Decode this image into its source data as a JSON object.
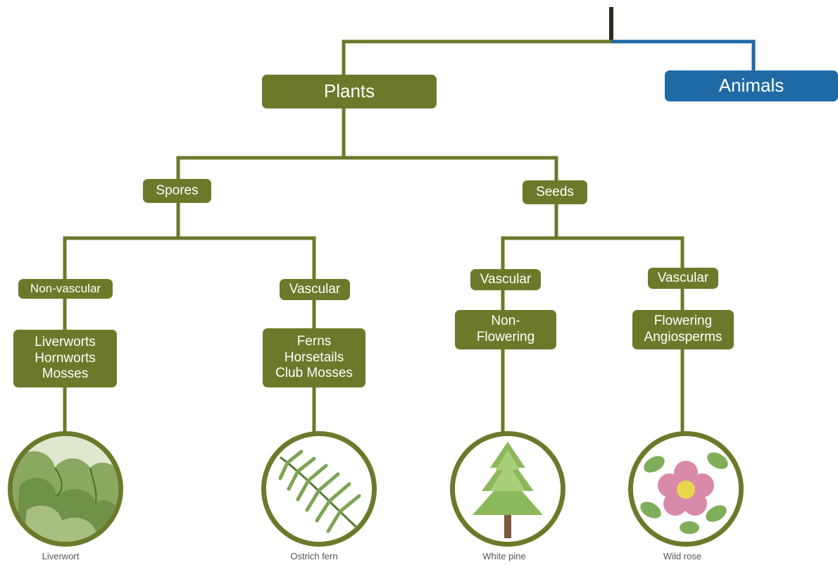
{
  "colors": {
    "plant_green": "#6b7a2a",
    "animal_blue": "#1f6aa5",
    "root_dark": "#2b2b22"
  },
  "nodes": {
    "plants": "Plants",
    "animals": "Animals",
    "spores": "Spores",
    "seeds": "Seeds",
    "non_vascular": "Non-vascular",
    "vascular_spores": "Vascular",
    "vascular_nonflowering": "Vascular",
    "vascular_flowering": "Vascular",
    "liverworts_group": "Liverworts\nHornworts\nMosses",
    "ferns_group": "Ferns\nHorsetails\nClub Mosses",
    "non_flowering": "Non-\nFlowering",
    "flowering": "Flowering\nAngiosperms"
  },
  "illustrations": {
    "liverwort": {
      "icon": "liverwort-illustration",
      "caption": "Liverwort"
    },
    "fern": {
      "icon": "ostrich-fern-illustration",
      "caption": "Ostrich fern"
    },
    "pine": {
      "icon": "white-pine-illustration",
      "caption": "White pine"
    },
    "rose": {
      "icon": "wild-rose-illustration",
      "caption": "Wild rose"
    }
  }
}
